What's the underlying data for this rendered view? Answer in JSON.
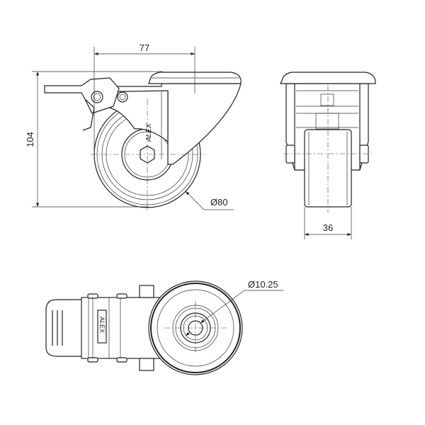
{
  "title": "Swivel caster with brake - technical drawing",
  "dimensions": {
    "offset": "77",
    "height": "104",
    "wheel_diameter": "Ø80",
    "wheel_width": "36",
    "bolt_hole": "Ø10.25"
  },
  "brand_marking": "ALEX",
  "colors": {
    "line": "#222222",
    "background": "#ffffff"
  }
}
